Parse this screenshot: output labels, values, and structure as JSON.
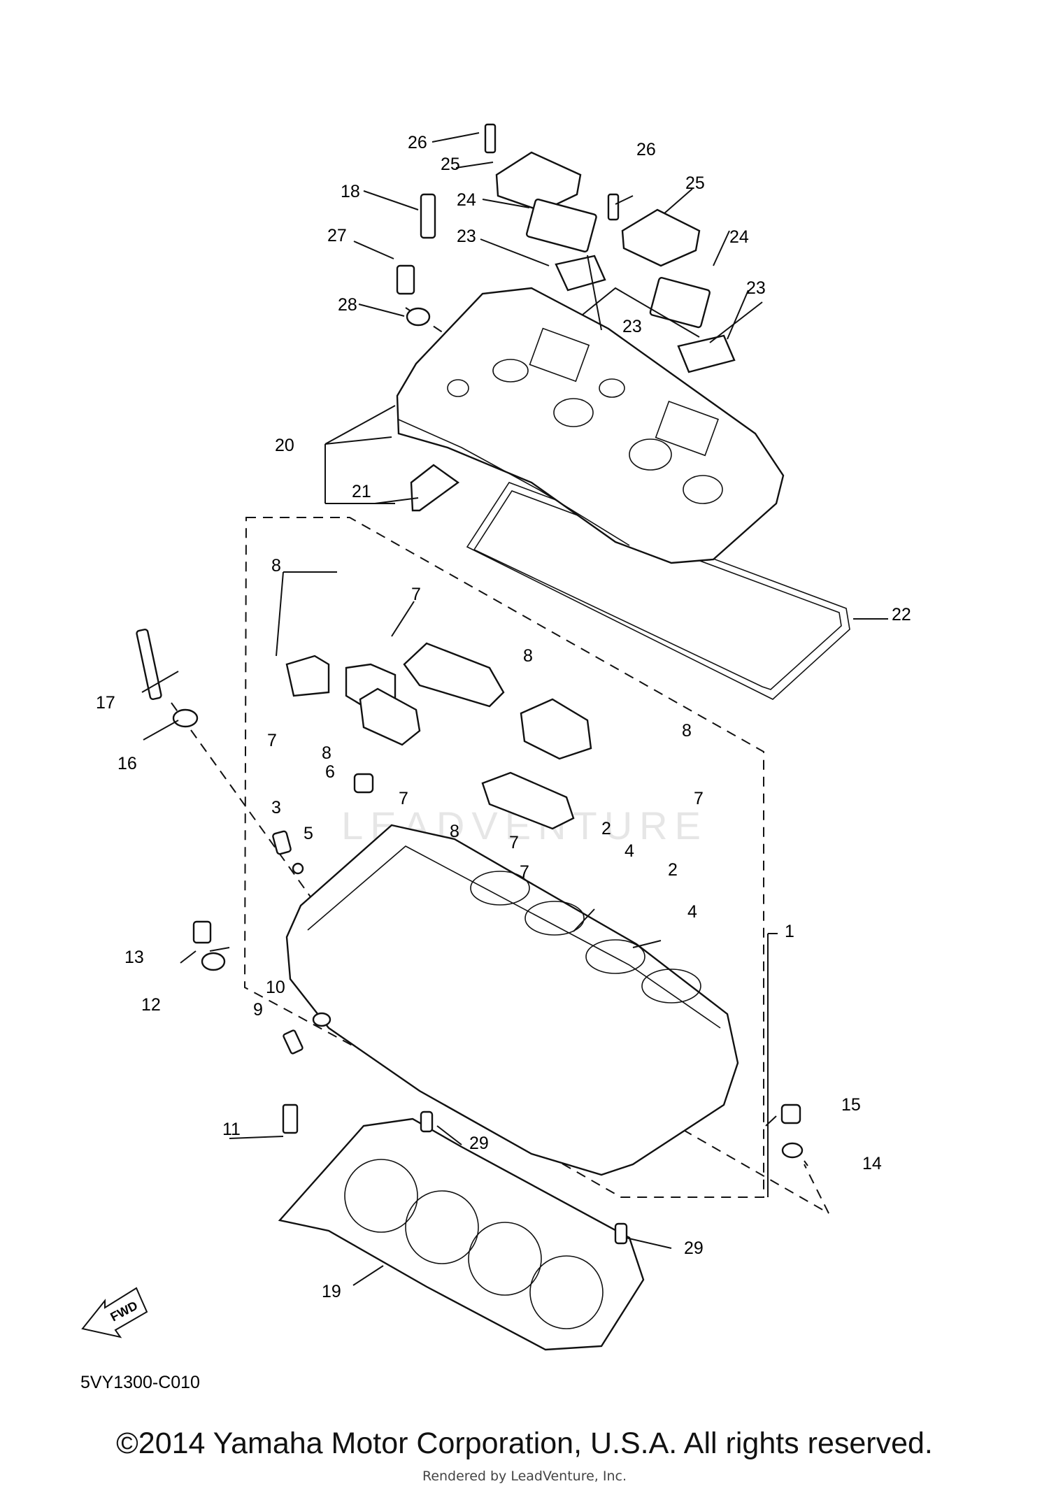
{
  "diagram_code": "5VY1300-C010",
  "fwd_label": "FWD",
  "copyright": "©2014 Yamaha Motor Corporation, U.S.A. All rights reserved.",
  "rendered_by": "Rendered by LeadVenture, Inc.",
  "watermark": "LEADVENTURE",
  "callouts": [
    "26",
    "25",
    "18",
    "24",
    "23",
    "27",
    "28",
    "26",
    "25",
    "24",
    "23",
    "23",
    "20",
    "21",
    "22",
    "8",
    "7",
    "8",
    "17",
    "7",
    "8",
    "8",
    "16",
    "6",
    "7",
    "7",
    "3",
    "5",
    "8",
    "7",
    "2",
    "7",
    "4",
    "2",
    "4",
    "1",
    "13",
    "12",
    "10",
    "9",
    "11",
    "29",
    "15",
    "14",
    "29",
    "19"
  ]
}
